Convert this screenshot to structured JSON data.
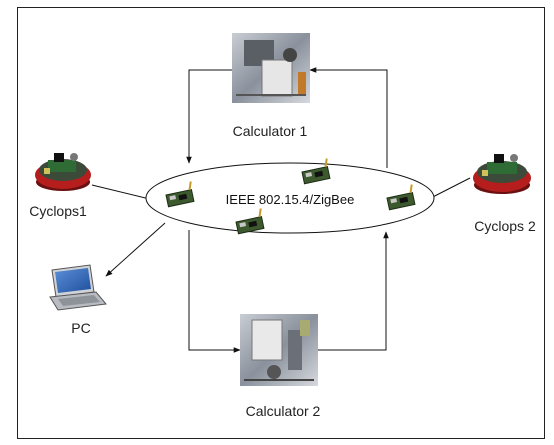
{
  "nodes": {
    "calculator1": "Calculator 1",
    "calculator2": "Calculator 2",
    "cyclops1": "Cyclops1",
    "cyclops2": "Cyclops 2",
    "pc": "PC"
  },
  "network": {
    "label": "IEEE 802.15.4/ZigBee"
  }
}
